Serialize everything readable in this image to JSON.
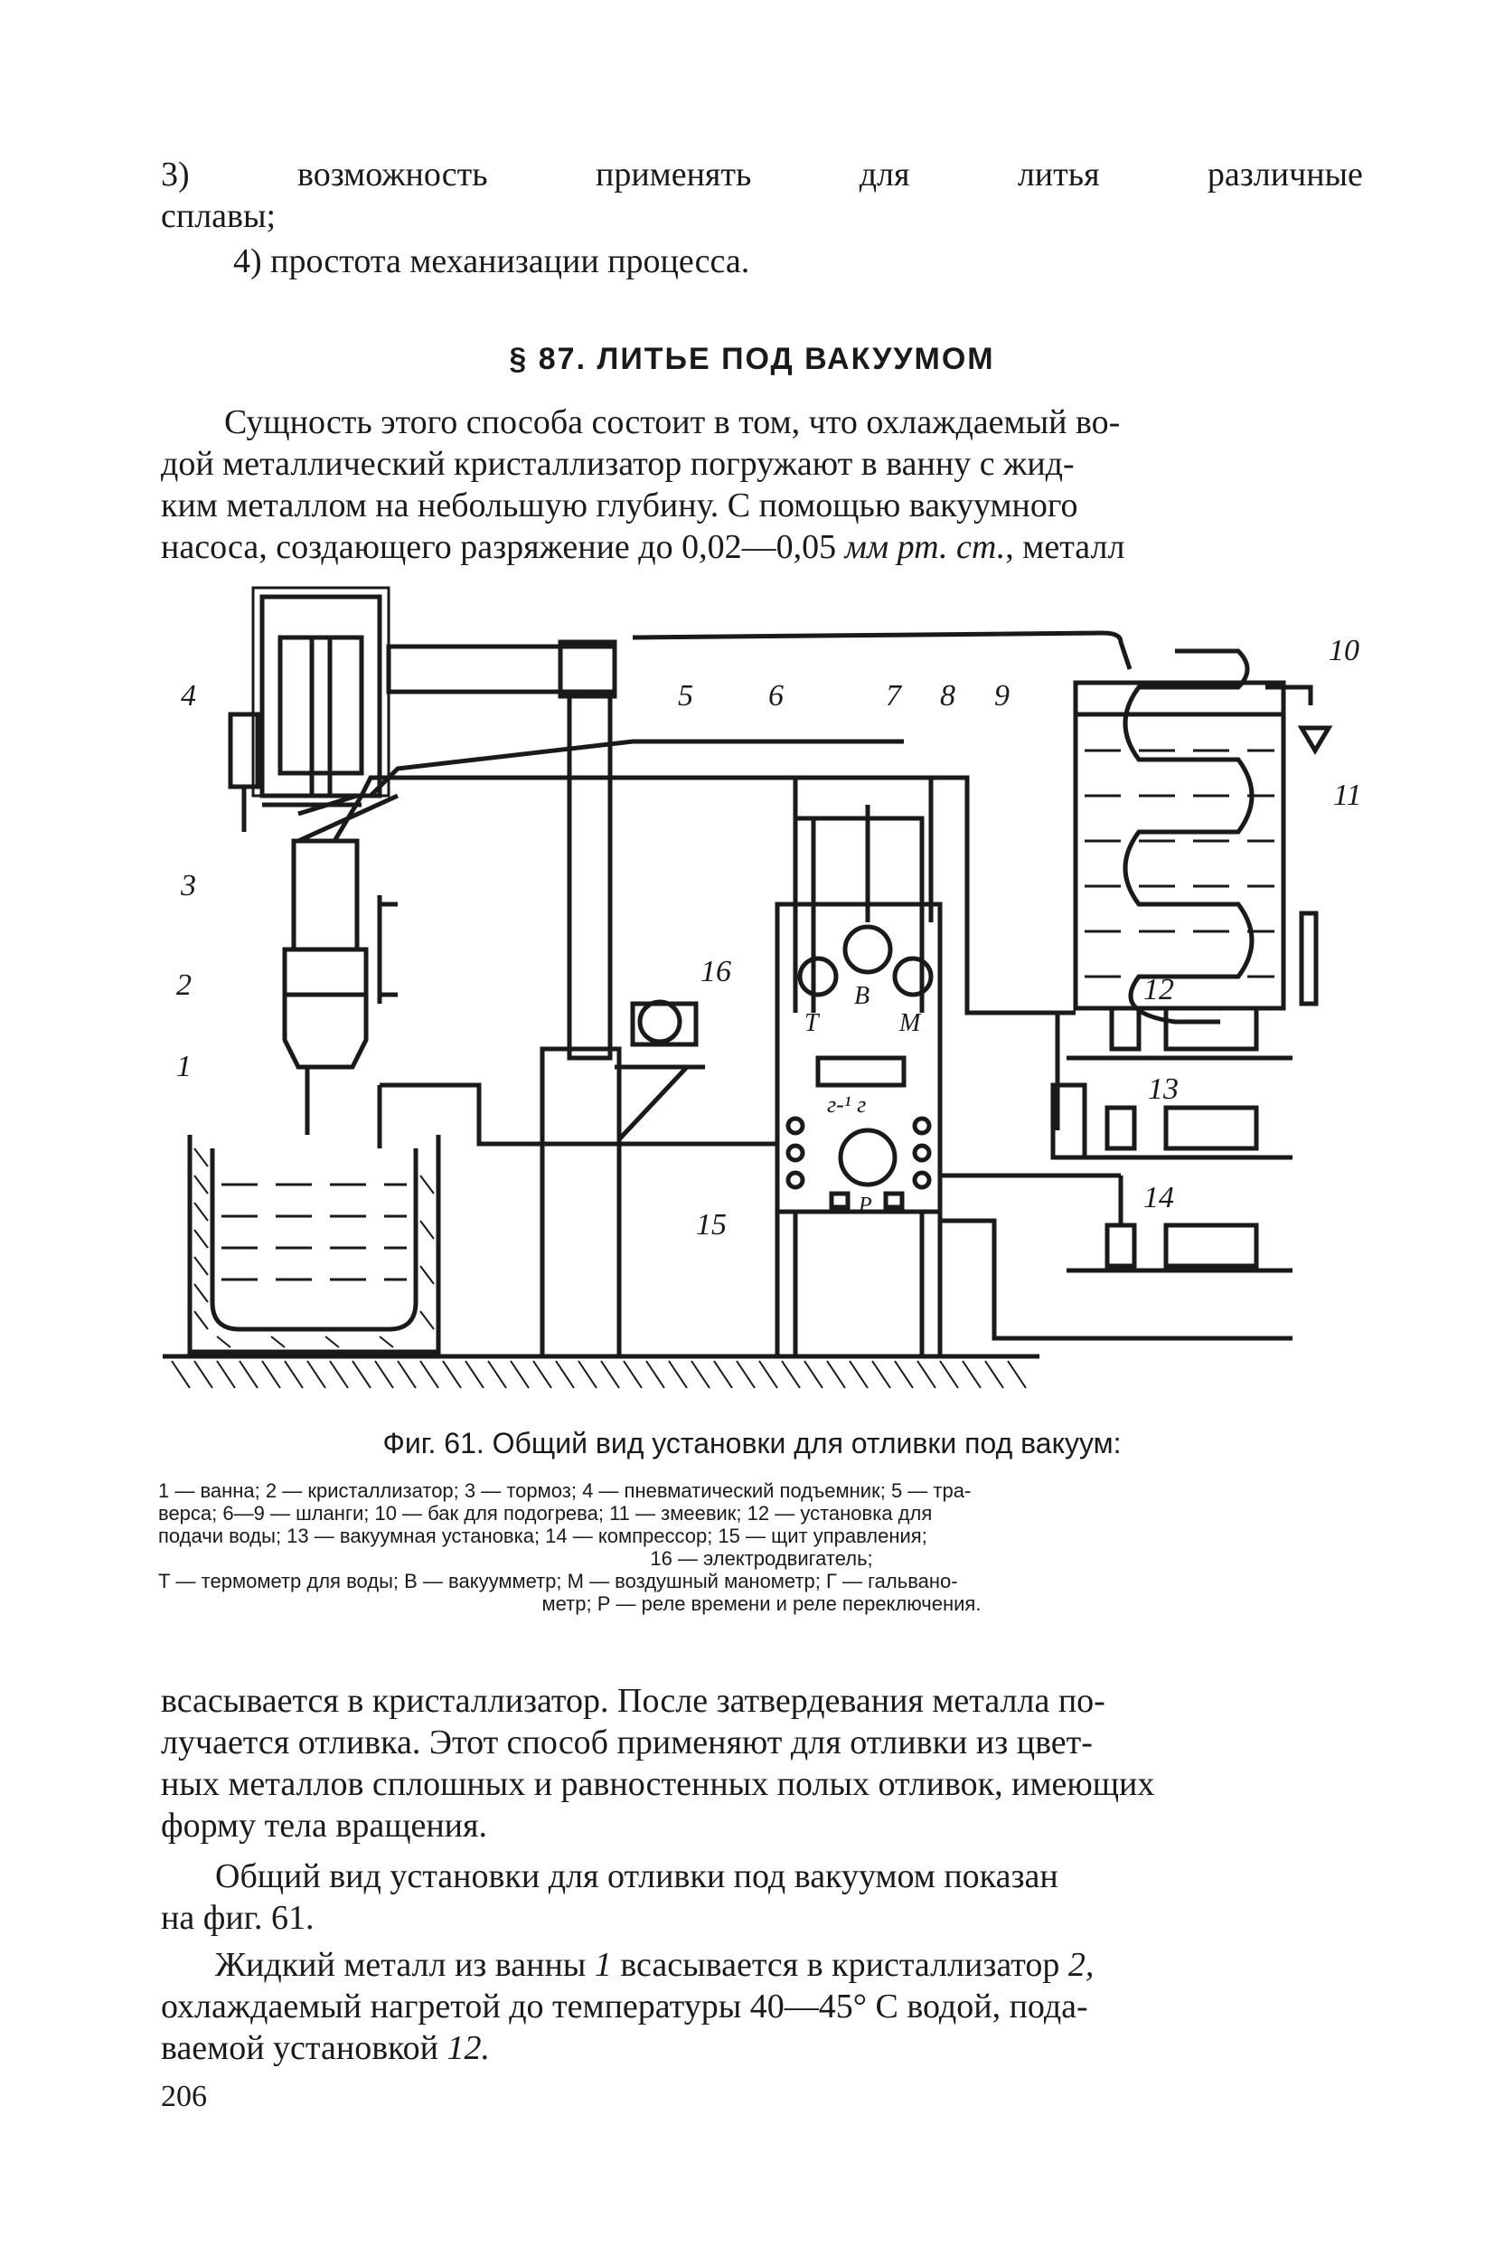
{
  "top_list": {
    "item3_line1_a": "3)",
    "item3_line1_b": "возможность",
    "item3_line1_c": "применять",
    "item3_line1_d": "для",
    "item3_line1_e": "литья",
    "item3_line1_f": "различные",
    "item3_line2": "сплавы;",
    "item4": "4) простота механизации процесса."
  },
  "section": {
    "heading": "§ 87. ЛИТЬЕ ПОД ВАКУУМОМ"
  },
  "intro": {
    "line1": "Сущность этого способа состоит в том, что охлаждаемый во-",
    "line2": "дой металлический кристаллизатор погружают в ванну с жид-",
    "line3": "ким металлом на небольшую глубину. С помощью вакуумного",
    "line4_a": "насоса, создающего разряжение до 0,02—0,05 ",
    "line4_b": "мм рт. ст.",
    "line4_c": ", металл"
  },
  "figure": {
    "labels": {
      "n1": "1",
      "n2": "2",
      "n3": "3",
      "n4": "4",
      "n5": "5",
      "n6": "6",
      "n7": "7",
      "n8": "8",
      "n9": "9",
      "n10": "10",
      "n11": "11",
      "n12": "12",
      "n13": "13",
      "n14": "14",
      "n15": "15",
      "n16": "16",
      "T": "Т",
      "B": "В",
      "M": "М",
      "G": "г-¹ г",
      "P": "Р"
    },
    "caption_title": "Фиг. 61. Общий вид установки для отливки под вакуум:",
    "legend": {
      "l1": "1 — ванна; 2 — кристаллизатор; 3 — тормоз; 4 — пневматический подъемник; 5 — тра-",
      "l2": "верса; 6—9 — шланги; 10 — бак для подогрева; 11 — змеевик; 12 — установка для",
      "l3": "подачи воды; 13 — вакуумная установка; 14 — компрессор; 15 — щит управления;",
      "l4": "16 — электродвигатель;",
      "l5": "Т — термометр для воды; В — вакуумметр; М — воздушный манометр; Г — гальвано-",
      "l6": "метр; Р — реле времени и реле переключения."
    }
  },
  "body": {
    "p1_l1": "всасывается в кристаллизатор. После затвердевания металла по-",
    "p1_l2": "лучается отливка. Этот способ применяют для отливки из цвет-",
    "p1_l3": "ных металлов сплошных и равностенных полых отливок, имеющих",
    "p1_l4": "форму тела вращения.",
    "p2_l1": "Общий вид установки для отливки под вакуумом показан",
    "p2_l2": "на фиг. 61.",
    "p3_l1_a": "Жидкий металл из ванны ",
    "p3_l1_b": "1",
    "p3_l1_c": " всасывается в кристаллизатор ",
    "p3_l1_d": "2,",
    "p3_l2": "охлаждаемый нагретой до температуры 40—45° С водой, пода-",
    "p3_l3_a": "ваемой установкой ",
    "p3_l3_b": "12."
  },
  "page_number": "206"
}
